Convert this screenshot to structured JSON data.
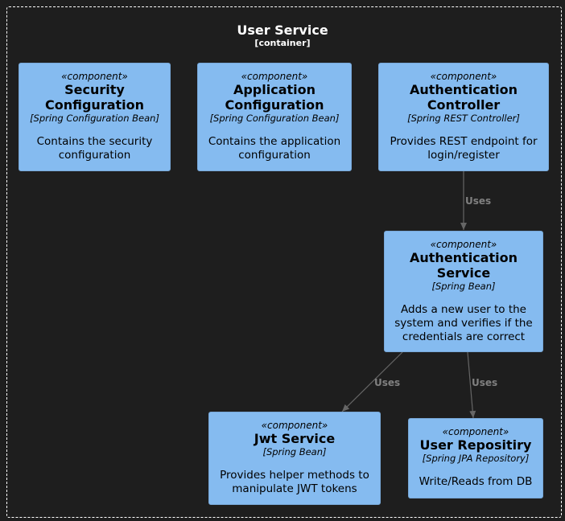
{
  "container": {
    "title": "User Service",
    "type": "[container]"
  },
  "components": {
    "security_config": {
      "stereotype": "«component»",
      "name": "Security Configuration",
      "tech": "[Spring Configuration Bean]",
      "desc": "Contains the security configuration"
    },
    "app_config": {
      "stereotype": "«component»",
      "name": "Application Configuration",
      "tech": "[Spring Configuration Bean]",
      "desc": "Contains the application configuration"
    },
    "auth_controller": {
      "stereotype": "«component»",
      "name": "Authentication Controller",
      "tech": "[Spring REST Controller]",
      "desc": "Provides REST endpoint for login/register"
    },
    "auth_service": {
      "stereotype": "«component»",
      "name": "Authentication Service",
      "tech": "[Spring Bean]",
      "desc": "Adds a new user to the system and verifies if the credentials are correct"
    },
    "jwt_service": {
      "stereotype": "«component»",
      "name": "Jwt Service",
      "tech": "[Spring Bean]",
      "desc": "Provides helper methods to manipulate JWT tokens"
    },
    "user_repo": {
      "stereotype": "«component»",
      "name": "User Repositiry",
      "tech": "[Spring JPA Repository]",
      "desc": "Write/Reads from DB"
    }
  },
  "relations": [
    {
      "from": "Authentication Controller",
      "to": "Authentication Service",
      "label": "Uses"
    },
    {
      "from": "Authentication Service",
      "to": "Jwt Service",
      "label": "Uses"
    },
    {
      "from": "Authentication Service",
      "to": "User Repositiry",
      "label": "Uses"
    }
  ],
  "colors": {
    "background": "#1e1e1e",
    "component_fill": "#85bbf0",
    "component_border": "#78a8d8",
    "edge": "#666666",
    "edge_label": "#808080"
  }
}
